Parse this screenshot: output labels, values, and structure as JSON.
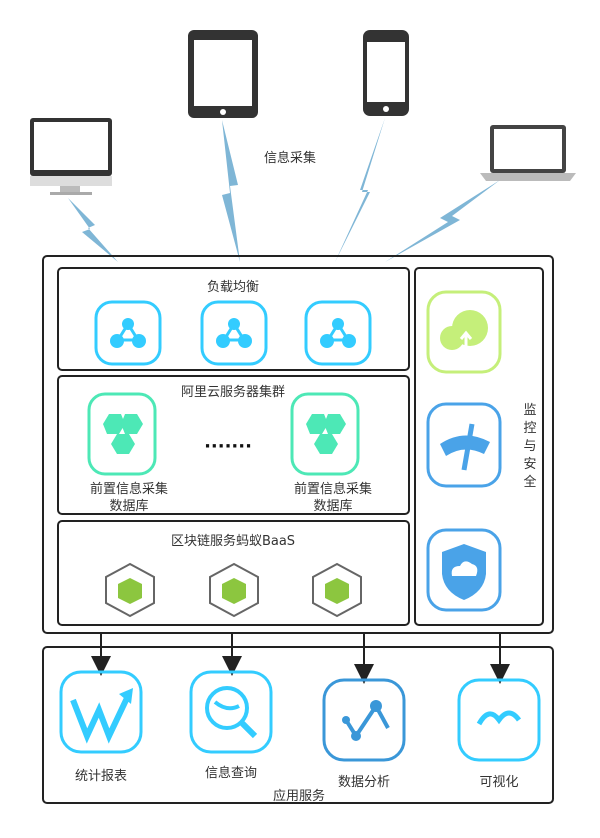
{
  "title": "信息采集",
  "load_balance": {
    "title": "负载均衡"
  },
  "server_cluster": {
    "title": "阿里云服务器集群",
    "ellipsis": "·······",
    "nodes": [
      {
        "line1": "前置信息采集",
        "line2": "数据库"
      },
      {
        "line1": "前置信息采集",
        "line2": "数据库"
      }
    ]
  },
  "blockchain": {
    "title": "区块链服务蚂蚁BaaS"
  },
  "monitor": {
    "chars": [
      "监",
      "控",
      "与",
      "安",
      "全"
    ]
  },
  "app_services": {
    "title": "应用服务",
    "items": [
      {
        "label": "统计报表"
      },
      {
        "label": "信息查询"
      },
      {
        "label": "数据分析"
      },
      {
        "label": "可视化"
      }
    ]
  },
  "colors": {
    "lb": "#33ccff",
    "db": "#4de8b6",
    "cube": "#8cc63f",
    "monitor_green": "#c5ef7a",
    "monitor_blue": "#4aa3e8"
  }
}
